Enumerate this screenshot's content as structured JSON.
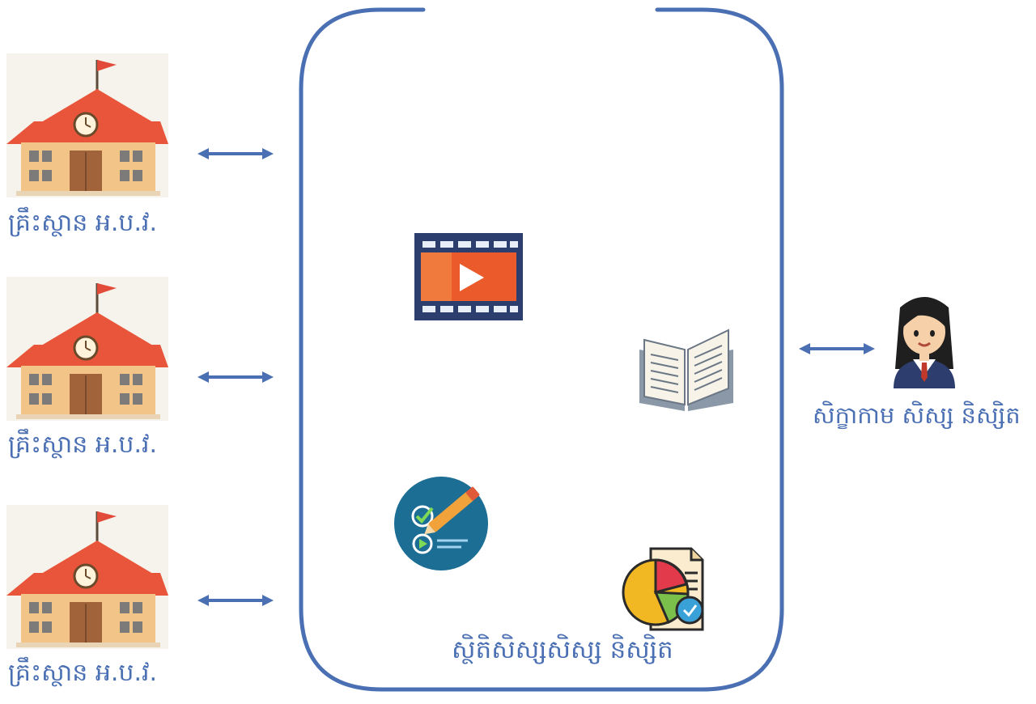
{
  "institutions": [
    {
      "label": "គ្រឹះស្ថាន អ.ប.វ."
    },
    {
      "label": "គ្រឹះស្ថាន អ.ប.វ."
    },
    {
      "label": "គ្រឹះស្ថាន អ.ប.វ."
    }
  ],
  "platform": {
    "icons": [
      "video-player-icon",
      "open-book-icon",
      "checklist-icon",
      "report-chart-icon"
    ],
    "stats_label": "ស្ថិតិសិស្សសិស្ស និស្សិត"
  },
  "learner": {
    "icon": "student-icon",
    "label": "សិក្ខាកាម សិស្ស និស្សិត"
  },
  "colors": {
    "accent": "#4a6fb3",
    "roof": "#e8553a",
    "wall": "#f2c487"
  }
}
